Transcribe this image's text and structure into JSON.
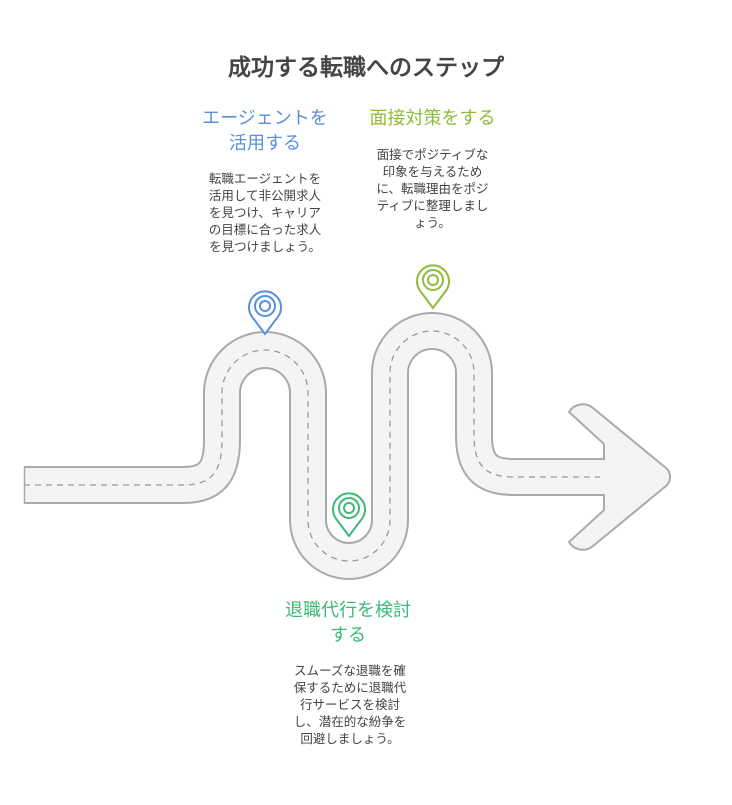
{
  "title": "成功する転職へのステップ",
  "colors": {
    "agent": "#5b8fdc",
    "interview": "#8fba3a",
    "resign": "#3dba78",
    "road_fill": "#f4f4f4",
    "road_stroke": "#aaaaaa"
  },
  "steps": [
    {
      "key": "agent",
      "heading": [
        "エージェントを",
        "活用する"
      ],
      "description": [
        "転職エージェントを",
        "活用して非公開求人",
        "を見つけ、キャリア",
        "の目標に合った求人",
        "を見つけましょう。"
      ],
      "icon": "location-pin-icon"
    },
    {
      "key": "interview",
      "heading": [
        "面接対策をする"
      ],
      "description": [
        "面接でポジティブな",
        "印象を与えるため",
        "に、転職理由をポジ",
        "ティブに整理しまし",
        "ょう。"
      ],
      "icon": "location-pin-icon"
    },
    {
      "key": "resign",
      "heading": [
        "退職代行を検討",
        "する"
      ],
      "description": [
        "スムーズな退職を確",
        "保するために退職代",
        "行サービスを検討",
        "し、潜在的な紛争を",
        "回避しましょう。"
      ],
      "icon": "location-pin-icon"
    }
  ]
}
